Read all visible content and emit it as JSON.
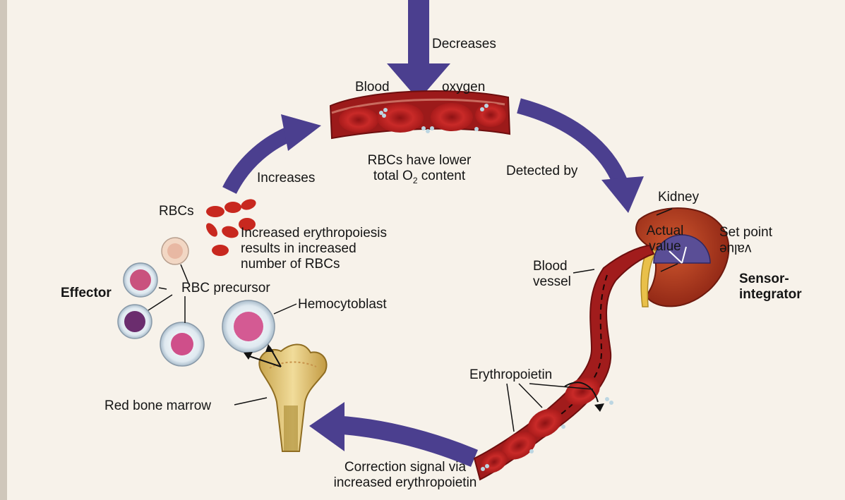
{
  "labels": {
    "decreases": "Decreases",
    "blood": "Blood",
    "oxygen": "oxygen",
    "rbc_lower_line1": "RBCs have lower",
    "rbc_lower_line2_pre": "total O",
    "rbc_lower_line2_sub": "2",
    "rbc_lower_line2_post": " content",
    "detected_by": "Detected by",
    "kidney": "Kidney",
    "actual_value_line1": "Actual",
    "actual_value_line2": "value",
    "set_point_line1": "Set point",
    "set_point_line2": "value",
    "blood_vessel_line1": "Blood",
    "blood_vessel_line2": "vessel",
    "sensor_line1": "Sensor-",
    "sensor_line2": "integrator",
    "increases": "Increases",
    "rbcs": "RBCs",
    "erythro_result_line1": "Increased erythropoiesis",
    "erythro_result_line2": "results in increased",
    "erythro_result_line3": "number of RBCs",
    "effector": "Effector",
    "rbc_precursor": "RBC precursor",
    "hemocytoblast": "Hemocytoblast",
    "red_bone_marrow": "Red bone marrow",
    "erythropoietin": "Erythropoietin",
    "correction_line1": "Correction signal via",
    "correction_line2": "increased erythropoietin"
  },
  "colors": {
    "arrow": "#4b3f8f",
    "blood": "#b3201f",
    "blood_dark": "#7d1012",
    "kidney": "#a9331c",
    "gauge": "#5a4e96",
    "precursor_pink": "#cf4f8a",
    "bone": "#e6cf86"
  }
}
